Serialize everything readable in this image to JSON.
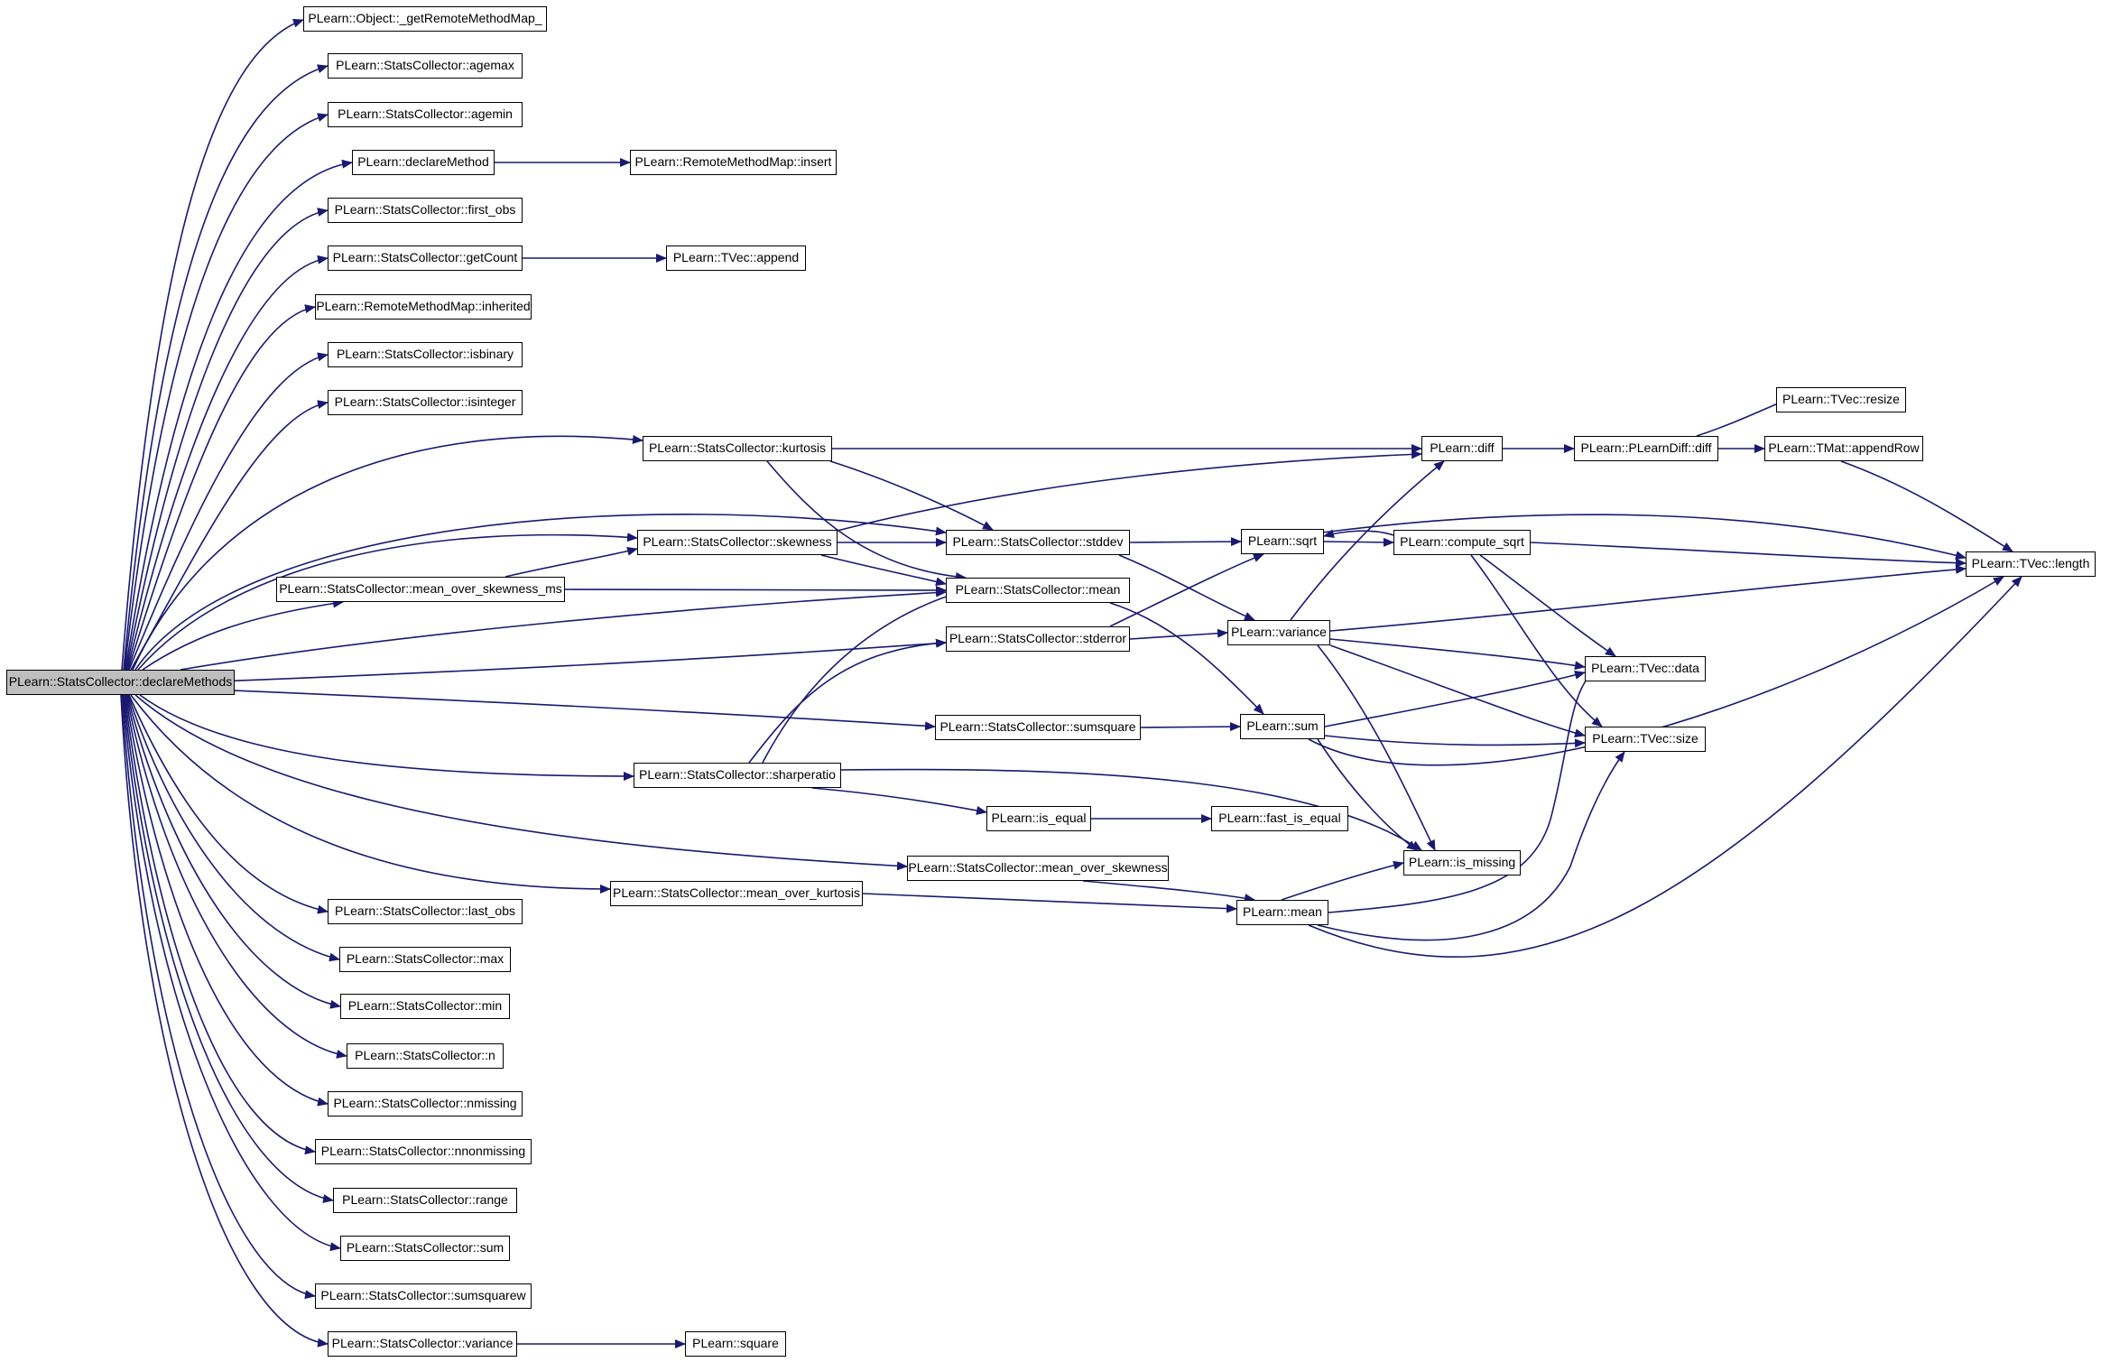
{
  "colors": {
    "edge": "#191970",
    "node_border": "#000000",
    "node_fill": "#ffffff",
    "root_fill": "#bfbfbf"
  },
  "nodes": {
    "root": "PLearn::StatsCollector::declareMethods",
    "getRemoteMethodMap": "PLearn::Object::_getRemoteMethodMap_",
    "agemax": "PLearn::StatsCollector::agemax",
    "agemin": "PLearn::StatsCollector::agemin",
    "declareMethod": "PLearn::declareMethod",
    "insert": "PLearn::RemoteMethodMap::insert",
    "first_obs": "PLearn::StatsCollector::first_obs",
    "getCount": "PLearn::StatsCollector::getCount",
    "append": "PLearn::TVec::append",
    "inherited": "PLearn::RemoteMethodMap::inherited",
    "isbinary": "PLearn::StatsCollector::isbinary",
    "isinteger": "PLearn::StatsCollector::isinteger",
    "kurtosis": "PLearn::StatsCollector::kurtosis",
    "skewness": "PLearn::StatsCollector::skewness",
    "mean_over_skewness_ms": "PLearn::StatsCollector::mean_over_skewness_ms",
    "stddev": "PLearn::StatsCollector::stddev",
    "sc_mean": "PLearn::StatsCollector::mean",
    "stderror": "PLearn::StatsCollector::stderror",
    "sumsquare": "PLearn::StatsCollector::sumsquare",
    "sharperatio": "PLearn::StatsCollector::sharperatio",
    "mean_over_skewness": "PLearn::StatsCollector::mean_over_skewness",
    "mean_over_kurtosis": "PLearn::StatsCollector::mean_over_kurtosis",
    "last_obs": "PLearn::StatsCollector::last_obs",
    "max": "PLearn::StatsCollector::max",
    "min": "PLearn::StatsCollector::min",
    "n": "PLearn::StatsCollector::n",
    "nmissing": "PLearn::StatsCollector::nmissing",
    "nnonmissing": "PLearn::StatsCollector::nnonmissing",
    "range": "PLearn::StatsCollector::range",
    "sc_sum": "PLearn::StatsCollector::sum",
    "sumsquarew": "PLearn::StatsCollector::sumsquarew",
    "sc_variance": "PLearn::StatsCollector::variance",
    "square": "PLearn::square",
    "diff": "PLearn::diff",
    "sqrt": "PLearn::sqrt",
    "compute_sqrt": "PLearn::compute_sqrt",
    "variance": "PLearn::variance",
    "sum": "PLearn::sum",
    "is_equal": "PLearn::is_equal",
    "fast_is_equal": "PLearn::fast_is_equal",
    "is_missing": "PLearn::is_missing",
    "mean": "PLearn::mean",
    "pldiff": "PLearn::PLearnDiff::diff",
    "resize": "PLearn::TVec::resize",
    "appendRow": "PLearn::TMat::appendRow",
    "length": "PLearn::TVec::length",
    "data": "PLearn::TVec::data",
    "size": "PLearn::TVec::size"
  }
}
